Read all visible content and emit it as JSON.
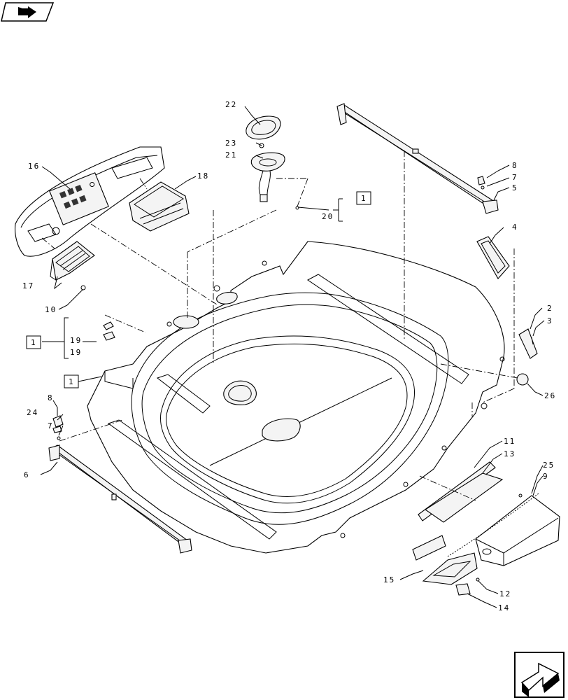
{
  "diagram": {
    "callouts": {
      "c1": "1",
      "c2": "2",
      "c3": "3",
      "c4": "4",
      "c5": "5",
      "c6": "6",
      "c7a": "7",
      "c7b": "7",
      "c8a": "8",
      "c8b": "8",
      "c9": "9",
      "c10": "10",
      "c11": "11",
      "c12": "12",
      "c13": "13",
      "c14": "14",
      "c15": "15",
      "c16": "16",
      "c17": "17",
      "c18": "18",
      "c19a": "19",
      "c19b": "19",
      "c20": "20",
      "c21": "21",
      "c22": "22",
      "c23": "23",
      "c24": "24",
      "c25": "25",
      "c26": "26"
    },
    "refs": {
      "r1": "1",
      "r2": "1",
      "r3": "1"
    }
  }
}
